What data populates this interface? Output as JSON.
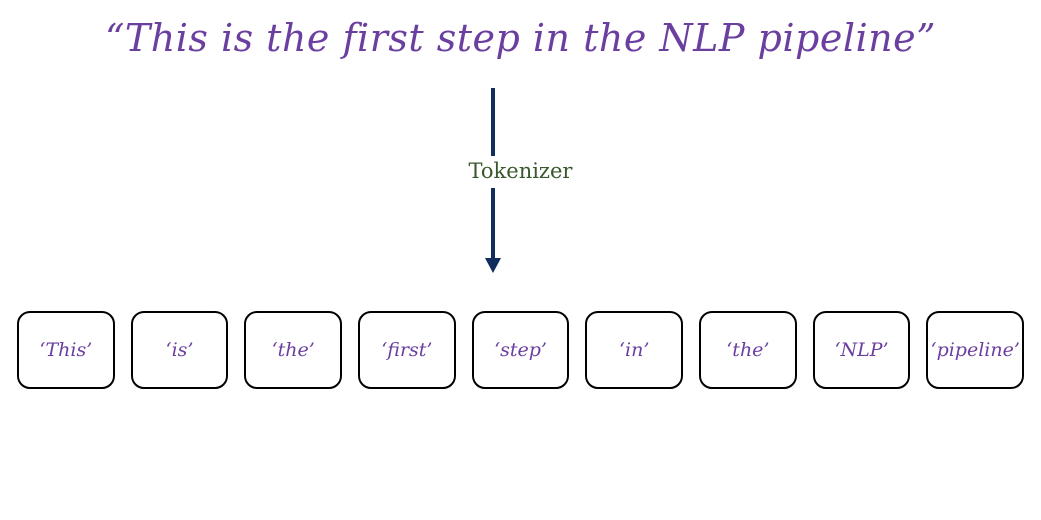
{
  "diagram": {
    "title": "“This is the first step in the NLP pipeline”",
    "process_label": "Tokenizer",
    "colors": {
      "title_purple": "#6b3fa0",
      "token_purple": "#6b3fa0",
      "process_green": "#38572c",
      "arrow_navy": "#112d5e",
      "box_border": "#000000",
      "background": "#ffffff"
    },
    "arrow": {
      "direction": "down",
      "name": "tokenizer-arrow"
    },
    "tokens": [
      {
        "label": "‘This’"
      },
      {
        "label": "‘is’"
      },
      {
        "label": "‘the’"
      },
      {
        "label": "‘first’"
      },
      {
        "label": "‘step’"
      },
      {
        "label": "‘in’"
      },
      {
        "label": "‘the’"
      },
      {
        "label": "‘NLP’"
      },
      {
        "label": "‘pipeline’"
      }
    ]
  }
}
